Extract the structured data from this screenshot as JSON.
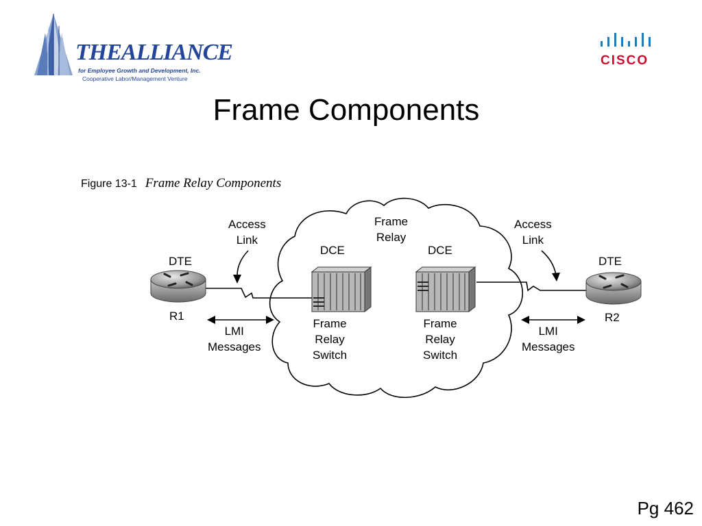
{
  "header": {
    "alliance_logo": {
      "brand": "THEALLIANCE",
      "tagline": "for Employee Growth and Development, Inc.",
      "subtitle": "Cooperative Labor/Management Venture"
    },
    "cisco_logo": {
      "word": "CISCO"
    }
  },
  "title": "Frame Components",
  "figure": {
    "number": "Figure 13-1",
    "caption": "Frame Relay Components",
    "labels": {
      "access_link_left": "Access\nLink",
      "access_link_right": "Access\nLink",
      "frame_relay": "Frame\nRelay",
      "dce_left": "DCE",
      "dce_right": "DCE",
      "dte_left": "DTE",
      "dte_right": "DTE",
      "router_left": "R1",
      "router_right": "R2",
      "lmi_left": "LMI\nMessages",
      "lmi_right": "LMI\nMessages",
      "switch_left": "Frame\nRelay\nSwitch",
      "switch_right": "Frame\nRelay\nSwitch"
    }
  },
  "page_number": "Pg 462",
  "colors": {
    "alliance_blue": "#24469a",
    "cisco_red": "#c8102e",
    "cisco_blue": "#1b7cb8"
  }
}
